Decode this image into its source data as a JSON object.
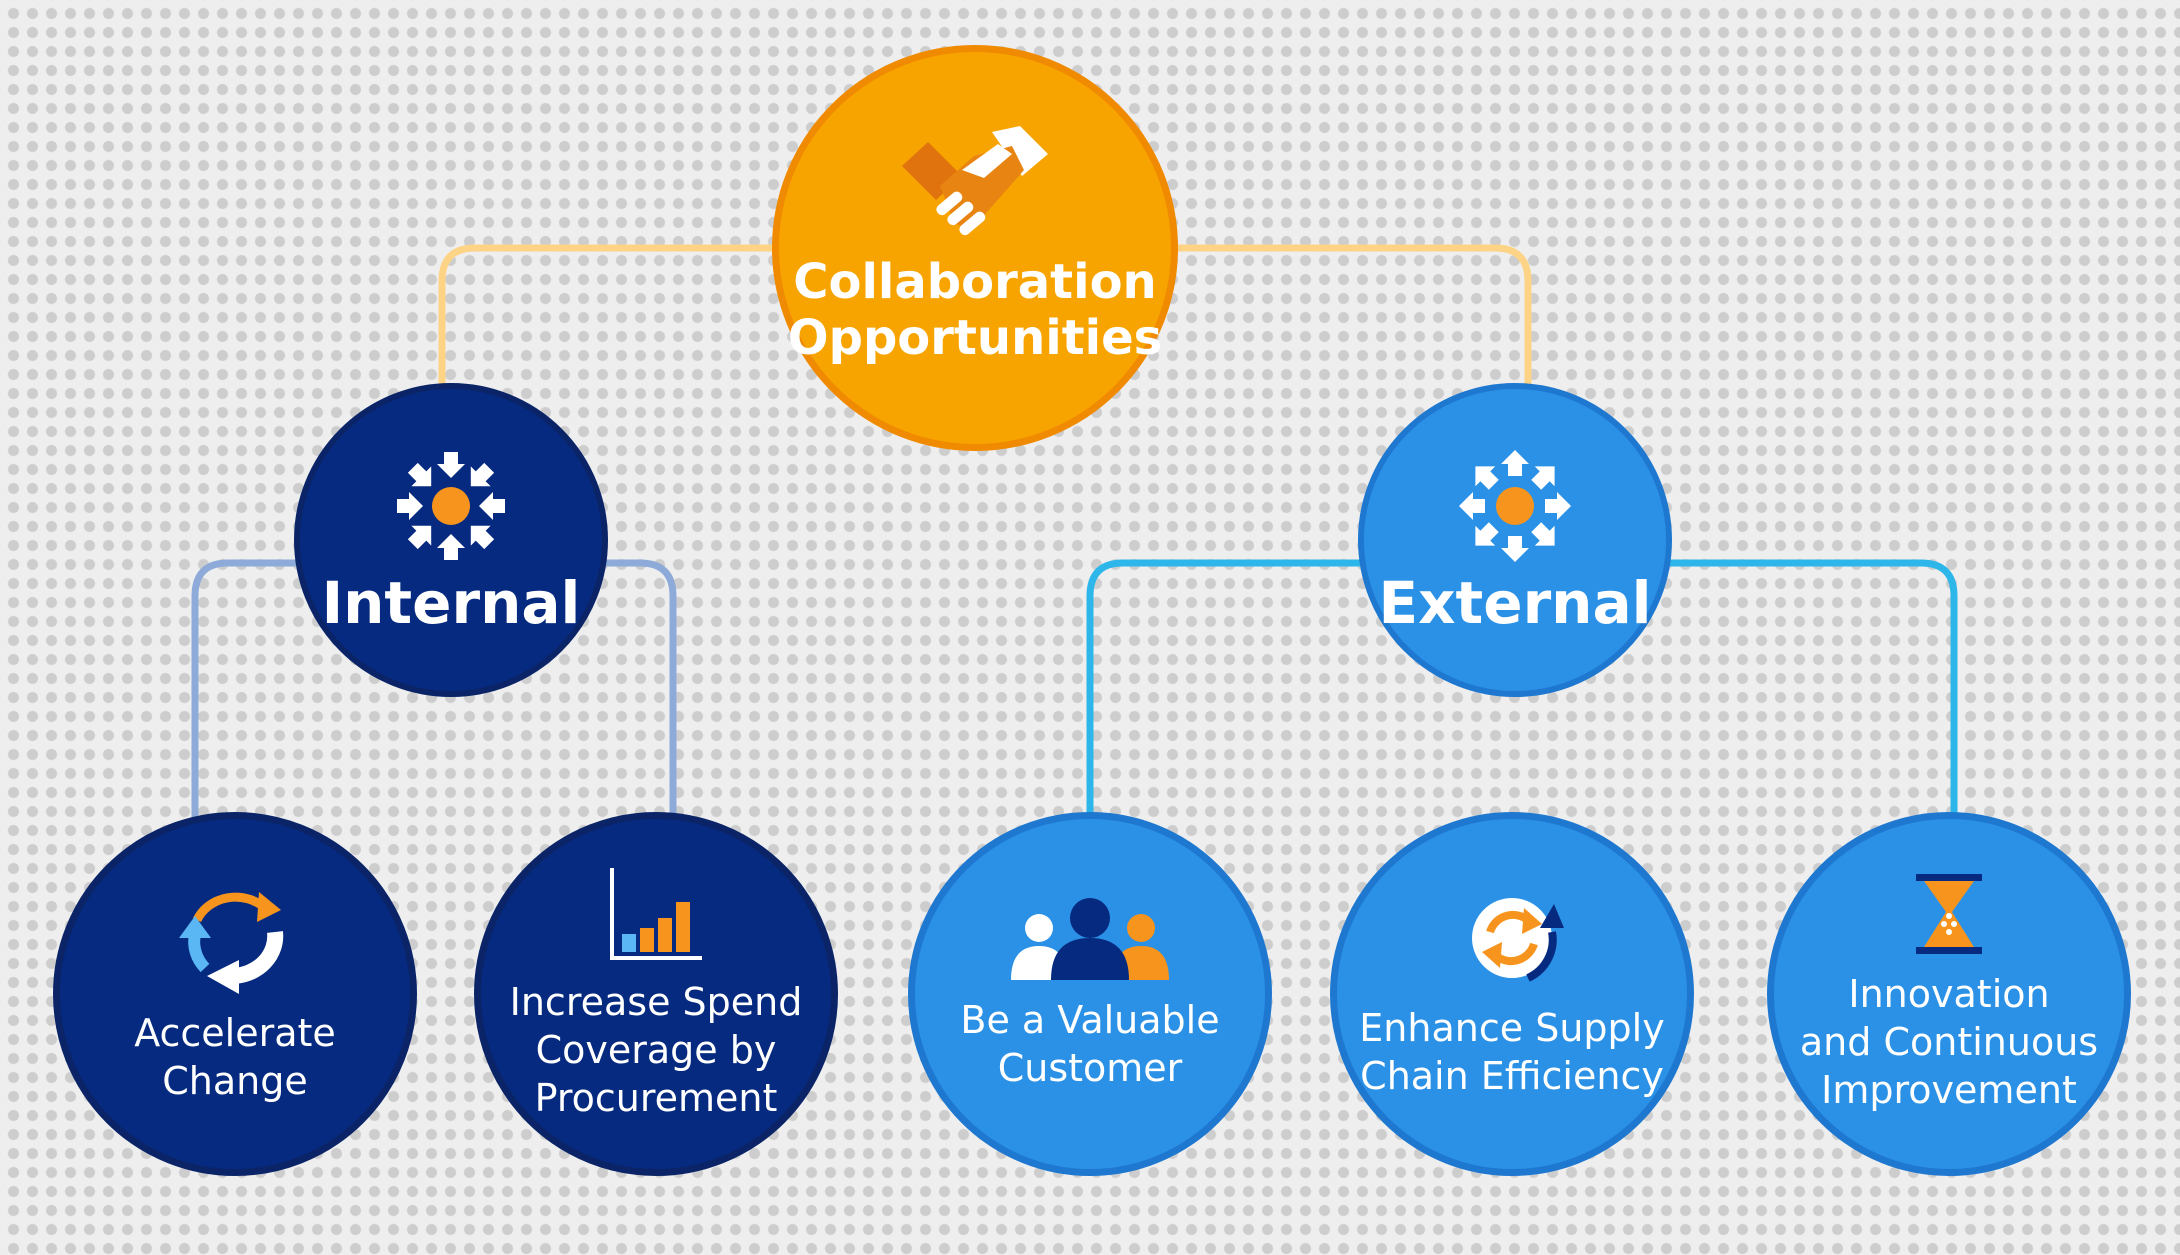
{
  "root": {
    "title_lines": [
      "Collaboration",
      "Opportunities"
    ],
    "icon": "handshake-icon"
  },
  "internal": {
    "title": "Internal",
    "icon": "arrows-inward-icon",
    "children": [
      {
        "lines": [
          "Accelerate",
          "Change"
        ],
        "icon": "cycle-arrows-icon"
      },
      {
        "lines": [
          "Increase Spend",
          "Coverage by",
          "Procurement"
        ],
        "icon": "bar-chart-icon"
      }
    ]
  },
  "external": {
    "title": "External",
    "icon": "arrows-outward-icon",
    "children": [
      {
        "lines": [
          "Be a Valuable",
          "Customer"
        ],
        "icon": "people-group-icon"
      },
      {
        "lines": [
          "Enhance Supply",
          "Chain Efficiency"
        ],
        "icon": "refresh-arrows-icon"
      },
      {
        "lines": [
          "Innovation",
          "and Continuous",
          "Improvement"
        ],
        "icon": "hourglass-icon"
      }
    ]
  },
  "colors": {
    "root_fill": "#f8a400",
    "root_connector": "#fdd385",
    "internal_fill": "#062a7f",
    "internal_connector": "#8eaad8",
    "external_fill": "#2b91e6",
    "external_connector": "#2cb6ea",
    "accent_orange": "#f7941d"
  }
}
